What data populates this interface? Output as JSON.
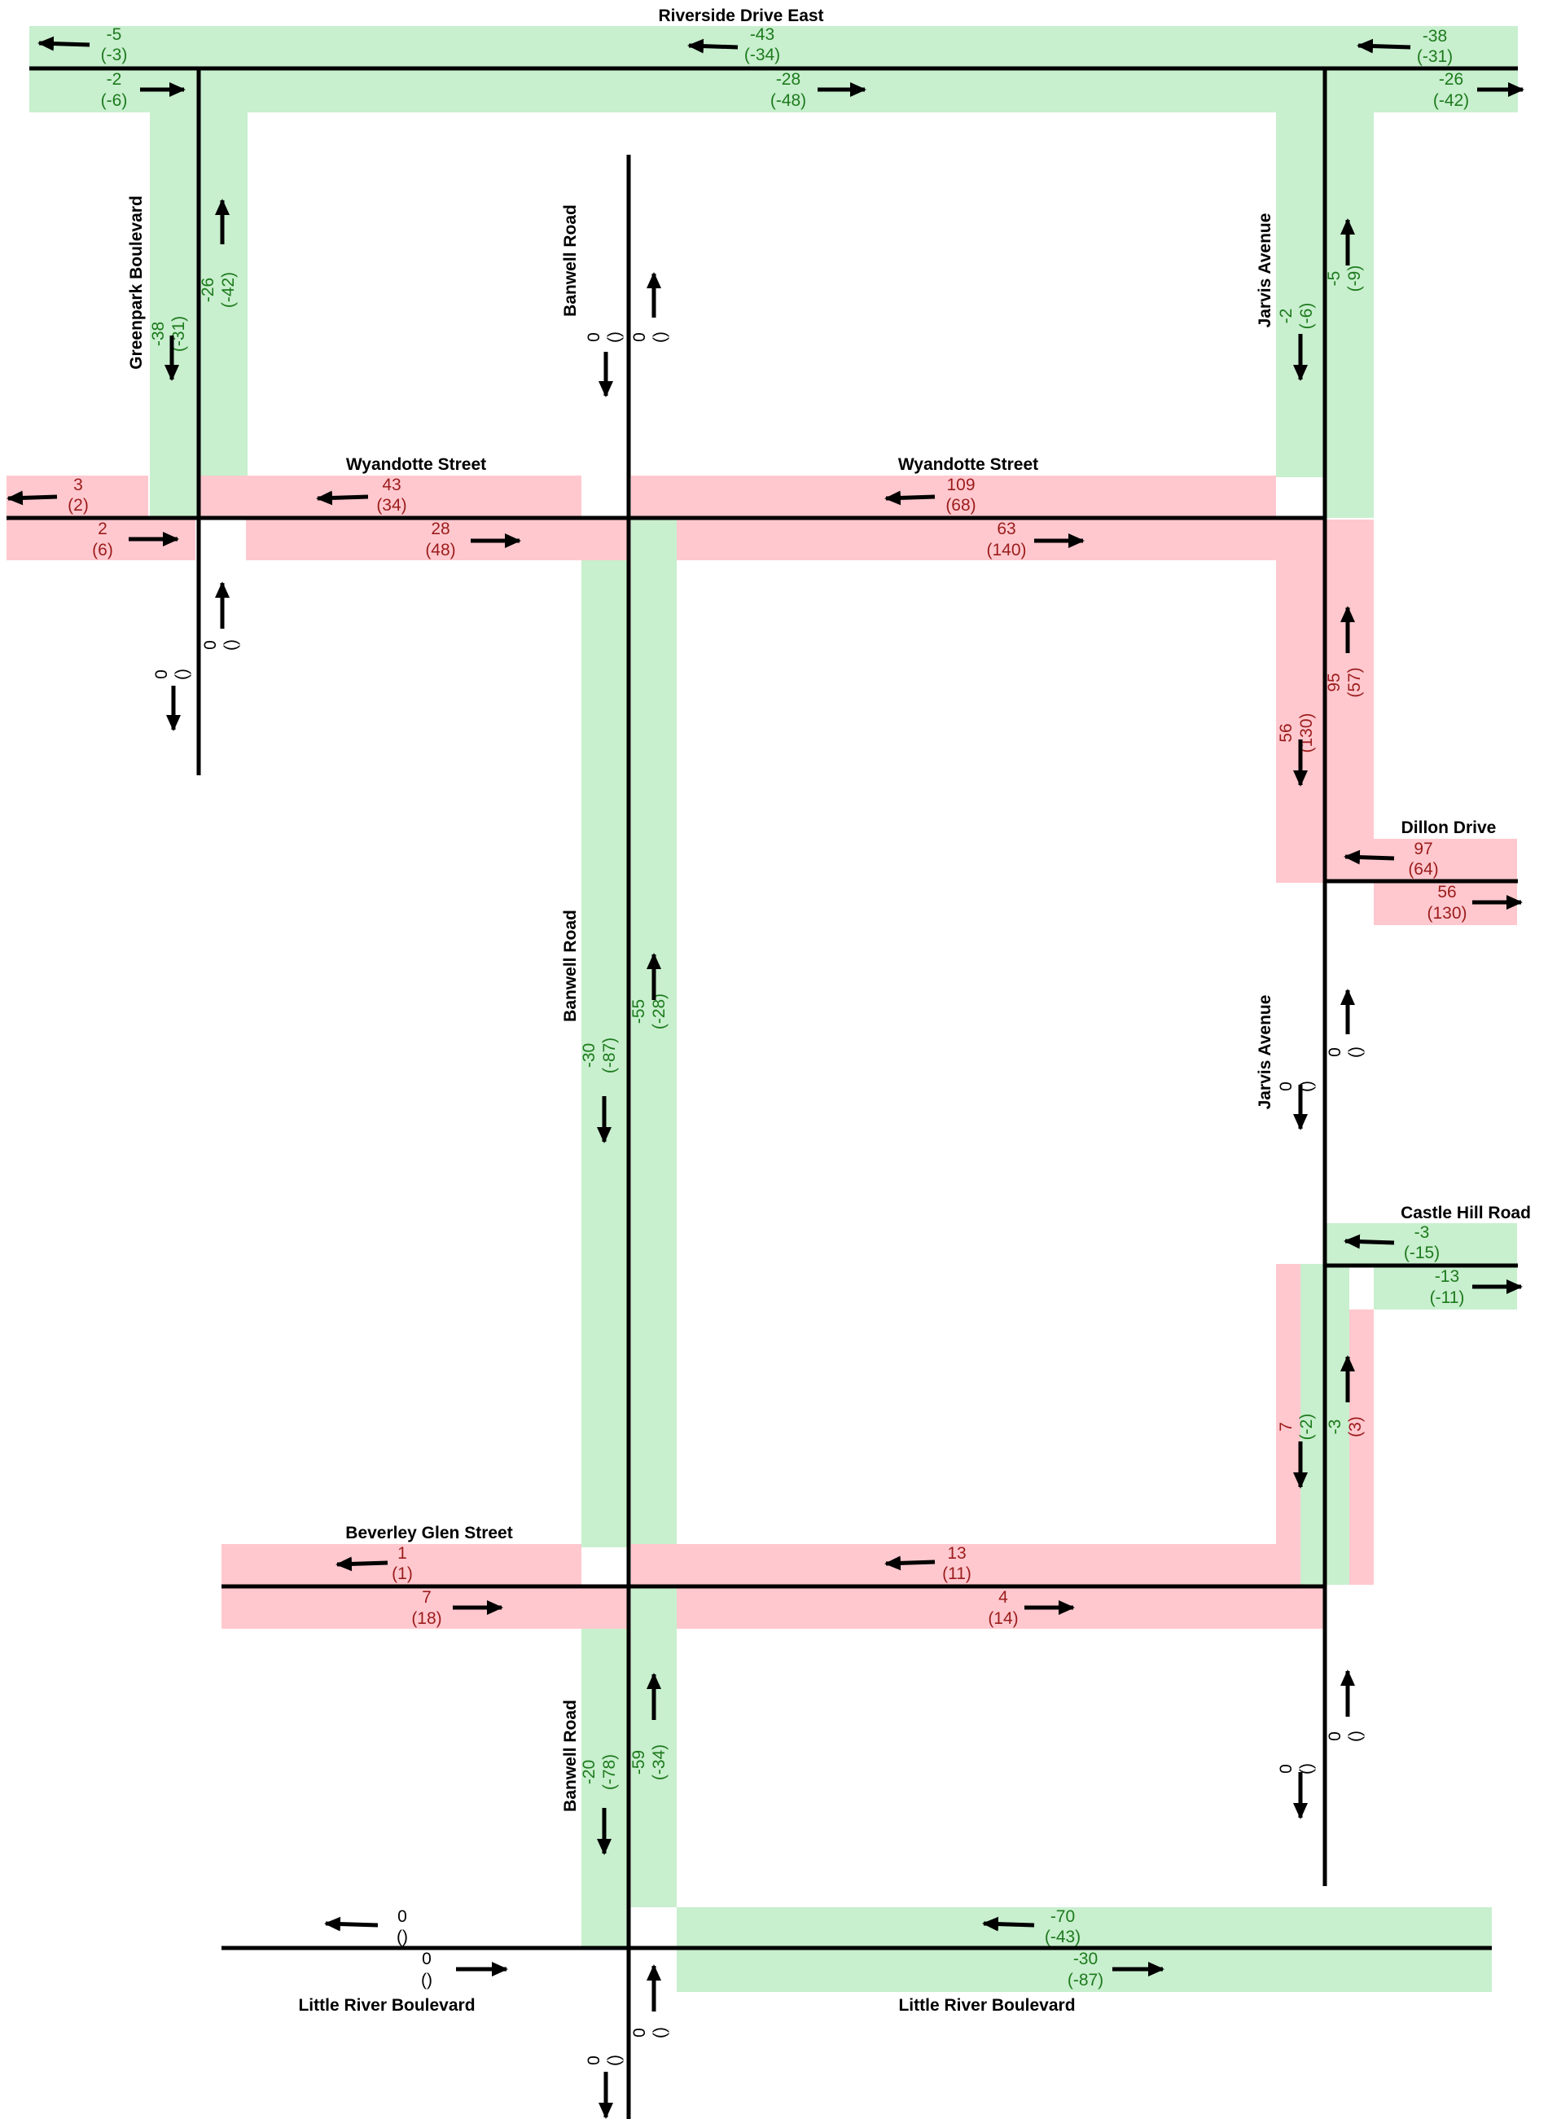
{
  "colors": {
    "increase_band": "#ffc8ce",
    "decrease_band": "#c8efce",
    "increase_text": "#9b1c1c",
    "decrease_text": "#1d7a1d",
    "road": "#000000"
  },
  "roads": {
    "riverside_drive_east": "Riverside Drive East",
    "greenpark_boulevard": "Greenpark Boulevard",
    "banwell_road": "Banwell Road",
    "jarvis_avenue": "Jarvis Avenue",
    "wyandotte_street": "Wyandotte Street",
    "dillon_drive": "Dillon Drive",
    "castle_hill_road": "Castle Hill Road",
    "beverley_glen_street": "Beverley Glen Street",
    "little_river_boulevard": "Little River Boulevard"
  },
  "flows": {
    "riverside_w_wb": {
      "v": "-5",
      "p": "(-3)"
    },
    "riverside_w_eb": {
      "v": "-2",
      "p": "(-6)"
    },
    "riverside_mid_wb": {
      "v": "-43",
      "p": "(-34)"
    },
    "riverside_mid_eb": {
      "v": "-28",
      "p": "(-48)"
    },
    "riverside_e_wb": {
      "v": "-38",
      "p": "(-31)"
    },
    "riverside_e_eb": {
      "v": "-26",
      "p": "(-42)"
    },
    "greenpark_n_sb": {
      "v": "-38",
      "p": "(-31)"
    },
    "greenpark_n_nb": {
      "v": "-26",
      "p": "(-42)"
    },
    "greenpark_s_sb": {
      "v": "0",
      "p": "()"
    },
    "greenpark_s_nb": {
      "v": "0",
      "p": "()"
    },
    "banwell_n_sb": {
      "v": "0",
      "p": "()"
    },
    "banwell_n_nb": {
      "v": "0",
      "p": "()"
    },
    "jarvis_n_sb": {
      "v": "-2",
      "p": "(-6)"
    },
    "jarvis_n_nb": {
      "v": "-5",
      "p": "(-9)"
    },
    "wyandotte_w_wb": {
      "v": "3",
      "p": "(2)"
    },
    "wyandotte_w_eb": {
      "v": "2",
      "p": "(6)"
    },
    "wyandotte_mid_wb": {
      "v": "43",
      "p": "(34)"
    },
    "wyandotte_mid_eb": {
      "v": "28",
      "p": "(48)"
    },
    "wyandotte_e_wb": {
      "v": "109",
      "p": "(68)"
    },
    "wyandotte_e_eb": {
      "v": "63",
      "p": "(140)"
    },
    "jarvis_mid_sb": {
      "v": "56",
      "p": "(130)"
    },
    "jarvis_mid_nb": {
      "v": "95",
      "p": "(57)"
    },
    "dillon_wb": {
      "v": "97",
      "p": "(64)"
    },
    "dillon_eb": {
      "v": "56",
      "p": "(130)"
    },
    "banwell_mid_sb": {
      "v": "-30",
      "p": "(-87)"
    },
    "banwell_mid_nb": {
      "v": "-55",
      "p": "(-28)"
    },
    "jarvis_low_sb": {
      "v": "0",
      "p": "()"
    },
    "jarvis_low_nb": {
      "v": "0",
      "p": "()"
    },
    "castle_hill_wb": {
      "v": "-3",
      "p": "(-15)"
    },
    "castle_hill_eb": {
      "v": "-13",
      "p": "(-11)"
    },
    "jarvis_cs_sb": {
      "v": "7",
      "p": "(-2)"
    },
    "jarvis_cs_nb": {
      "v": "-3",
      "p": "(3)"
    },
    "beverley_w_wb": {
      "v": "1",
      "p": "(1)"
    },
    "beverley_w_eb": {
      "v": "7",
      "p": "(18)"
    },
    "beverley_e_wb": {
      "v": "13",
      "p": "(11)"
    },
    "beverley_e_eb": {
      "v": "4",
      "p": "(14)"
    },
    "banwell_s_sb": {
      "v": "-20",
      "p": "(-78)"
    },
    "banwell_s_nb": {
      "v": "-59",
      "p": "(-34)"
    },
    "jarvis_s_sb": {
      "v": "0",
      "p": "()"
    },
    "jarvis_s_nb": {
      "v": "0",
      "p": "()"
    },
    "little_river_w_wb": {
      "v": "0",
      "p": "()"
    },
    "little_river_w_eb": {
      "v": "0",
      "p": "()"
    },
    "little_river_e_wb": {
      "v": "-70",
      "p": "(-43)"
    },
    "little_river_e_eb": {
      "v": "-30",
      "p": "(-87)"
    },
    "banwell_bottom_sb": {
      "v": "0",
      "p": "()"
    },
    "banwell_bottom_nb": {
      "v": "0",
      "p": "()"
    }
  }
}
